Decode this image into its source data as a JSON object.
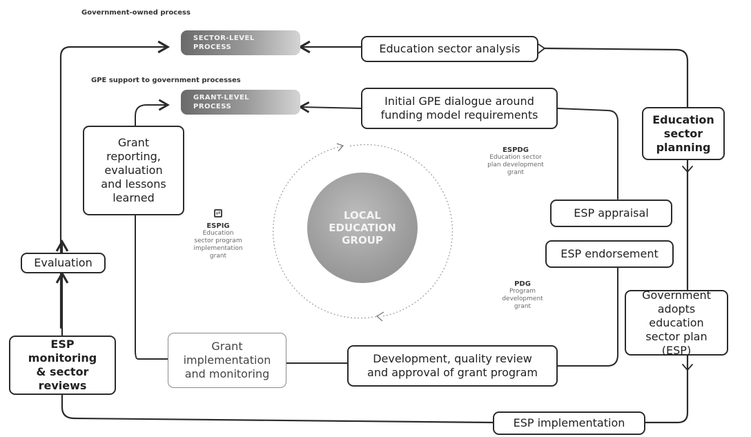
{
  "legend": {
    "government_owned": "Government-owned process",
    "gpe_support": "GPE support to government processes"
  },
  "pills": {
    "sector_level": [
      "SECTOR-LEVEL",
      "PROCESS"
    ],
    "grant_level": [
      "GRANT-LEVEL",
      "PROCESS"
    ]
  },
  "boxes": {
    "education_sector_analysis": "Education sector analysis",
    "initial_dialogue": [
      "Initial GPE dialogue around",
      "funding model requirements"
    ],
    "education_sector_planning": [
      "Education",
      "sector",
      "planning"
    ],
    "esp_appraisal": "ESP appraisal",
    "esp_endorsement": "ESP endorsement",
    "government_adopts": [
      "Government",
      "adopts education",
      "sector plan (ESP)"
    ],
    "esp_implementation": "ESP implementation",
    "development_review": [
      "Development, quality review",
      "and approval of grant program"
    ],
    "grant_implementation": [
      "Grant",
      "implementation",
      "and monitoring"
    ],
    "esp_monitoring": [
      "ESP monitoring",
      "& sector reviews"
    ],
    "evaluation": "Evaluation",
    "grant_reporting": [
      "Grant",
      "reporting,",
      "evaluation",
      "and lessons",
      "learned"
    ]
  },
  "center": {
    "label": [
      "LOCAL",
      "EDUCATION",
      "GROUP"
    ]
  },
  "grants": {
    "espdg": {
      "code": "ESPDG",
      "description": [
        "Education sector",
        "plan development",
        "grant"
      ]
    },
    "espig": {
      "code": "ESPIG",
      "description": [
        "Education",
        "sector program",
        "implementation",
        "grant"
      ]
    },
    "pdg": {
      "code": "PDG",
      "description": [
        "Program",
        "development",
        "grant"
      ]
    }
  },
  "colors": {
    "line": "#2b2b2b",
    "pill": "#8c8c8c",
    "circle": "#a0a0a0"
  }
}
